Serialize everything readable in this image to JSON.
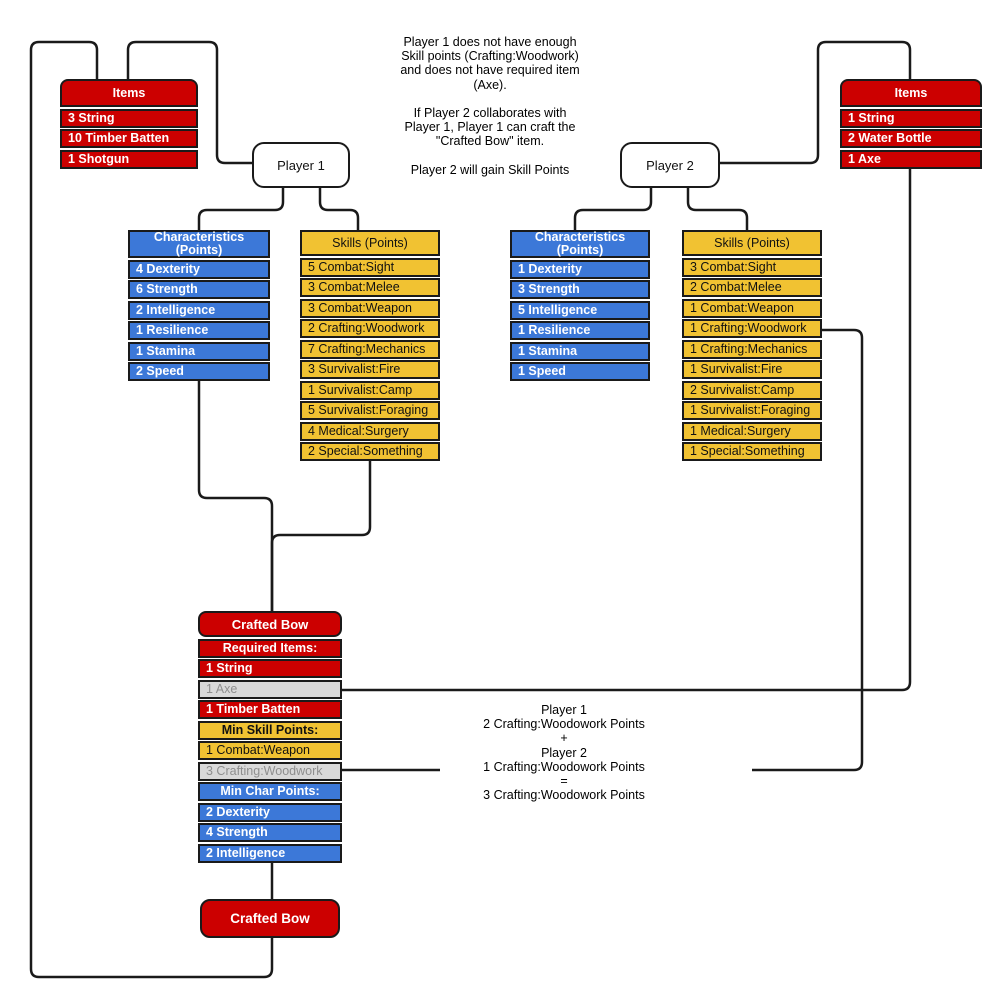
{
  "colors": {
    "red": "#cc0000",
    "blue": "#3c78d8",
    "yellow": "#f1c232",
    "missing_gray": "#d9d9d9",
    "border": "#1a1a1a"
  },
  "annotations": {
    "top_note": "Player 1 does not have enough\nSkill points (Crafting:Woodwork)\nand does not have required item\n(Axe).\n\nIf Player 2 collaborates with\nPlayer 1, Player 1 can craft the\n\"Crafted Bow\" item.\n\nPlayer 2 will gain Skill Points",
    "calc_note": "Player 1\n2 Crafting:Woodowork Points\n+\nPlayer 2\n1 Crafting:Woodowork Points\n=\n3 Crafting:Woodowork Points"
  },
  "players": {
    "p1": {
      "label": "Player 1",
      "items": {
        "title": "Items",
        "rows": [
          "3 String",
          "10 Timber Batten",
          "1 Shotgun"
        ]
      },
      "characteristics": {
        "title": "Characteristics\n(Points)",
        "rows": [
          "4 Dexterity",
          "6 Strength",
          "2 Intelligence",
          "1 Resilience",
          "1 Stamina",
          "2 Speed"
        ]
      },
      "skills": {
        "title": "Skills (Points)",
        "rows": [
          "5 Combat:Sight",
          "3 Combat:Melee",
          "3 Combat:Weapon",
          "2 Crafting:Woodwork",
          "7 Crafting:Mechanics",
          "3 Survivalist:Fire",
          "1 Survivalist:Camp",
          "5 Survivalist:Foraging",
          "4 Medical:Surgery",
          "2 Special:Something"
        ]
      }
    },
    "p2": {
      "label": "Player 2",
      "items": {
        "title": "Items",
        "rows": [
          "1 String",
          "2 Water Bottle",
          "1 Axe"
        ]
      },
      "characteristics": {
        "title": "Characteristics\n(Points)",
        "rows": [
          "1 Dexterity",
          "3 Strength",
          "5 Intelligence",
          "1 Resilience",
          "1 Stamina",
          "1 Speed"
        ]
      },
      "skills": {
        "title": "Skills (Points)",
        "rows": [
          "3 Combat:Sight",
          "2 Combat:Melee",
          "1 Combat:Weapon",
          "1 Crafting:Woodwork",
          "1 Crafting:Mechanics",
          "1 Survivalist:Fire",
          "2 Survivalist:Camp",
          "1 Survivalist:Foraging",
          "1 Medical:Surgery",
          "1 Special:Something"
        ]
      }
    }
  },
  "crafted_bow": {
    "title": "Crafted Bow",
    "rows": [
      {
        "label": "Required Items:",
        "style": "red-section"
      },
      {
        "label": "1 String",
        "style": "red"
      },
      {
        "label": "1 Axe",
        "style": "missing"
      },
      {
        "label": "1 Timber Batten",
        "style": "red"
      },
      {
        "label": "Min Skill Points:",
        "style": "yellow-section"
      },
      {
        "label": "1 Combat:Weapon",
        "style": "yellow"
      },
      {
        "label": "3 Crafting:Woodwork",
        "style": "missing"
      },
      {
        "label": "Min Char Points:",
        "style": "blue-section"
      },
      {
        "label": "2 Dexterity",
        "style": "blue"
      },
      {
        "label": "4 Strength",
        "style": "blue"
      },
      {
        "label": "2 Intelligence",
        "style": "blue"
      }
    ]
  },
  "result_box": {
    "label": "Crafted Bow"
  }
}
